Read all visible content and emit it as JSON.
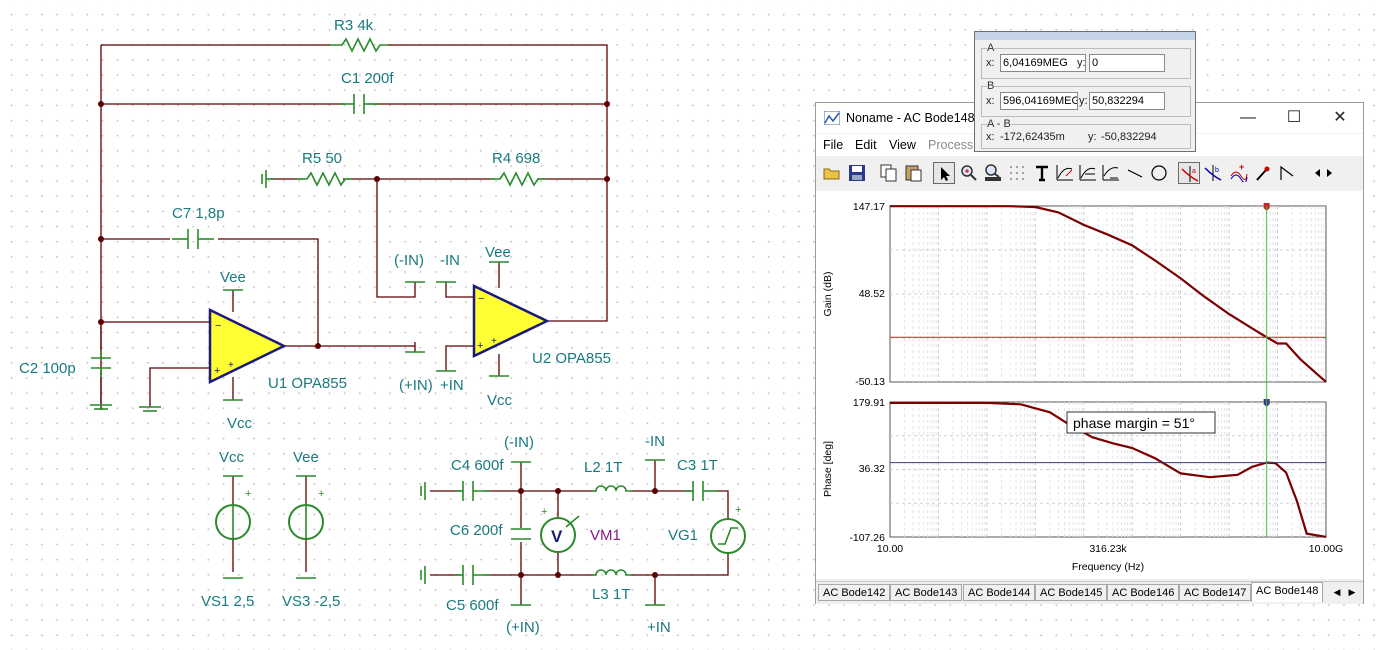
{
  "schematic": {
    "components": {
      "r3": "R3 4k",
      "c1": "C1 200f",
      "r5": "R5 50",
      "r4": "R4 698",
      "c7": "C7 1,8p",
      "c2": "C2 100p",
      "u1": "U1 OPA855",
      "u2": "U2 OPA855",
      "vs1": "VS1 2,5",
      "vs3": "VS3 -2,5",
      "c4": "C4 600f",
      "c6": "C6 200f",
      "c5": "C5 600f",
      "l2": "L2 1T",
      "l3": "L3 1T",
      "c3": "C3 1T",
      "vm1": "VM1",
      "vg1": "VG1"
    },
    "nets": {
      "vee": "Vee",
      "vcc": "Vcc",
      "in_minus_paren": "(-IN)",
      "in_plus_paren": "(+IN)",
      "in_minus": "-IN",
      "in_plus": "+IN"
    },
    "symbols": {
      "meter_glyph": "V",
      "plus": "+",
      "minus": "−"
    }
  },
  "bode_window": {
    "title": "Noname - AC Bode148",
    "controls": {
      "minimize": "—",
      "maximize": "☐",
      "close": "✕"
    },
    "menu": [
      "File",
      "Edit",
      "View",
      "Process"
    ],
    "toolbar_icons": [
      "open-folder-icon",
      "save-icon",
      "copy-icon",
      "paste-icon",
      "pointer-icon",
      "zoom-icon",
      "zoom-100-icon",
      "grid-icon",
      "text-tool-icon",
      "curve-tool-icon",
      "curve-tool-2-icon",
      "curve-tool-3-icon",
      "line-tool-icon",
      "ellipse-tool-icon",
      "cursor-a-icon",
      "cursor-b-icon",
      "add-curve-icon",
      "marker-icon",
      "slope-icon",
      "toolbar-scroll-left-icon",
      "toolbar-scroll-right-icon"
    ],
    "gain_plot": {
      "y_axis_label": "Gain (dB)",
      "y_ticks": [
        "147.17",
        "48.52",
        "-50.13"
      ]
    },
    "phase_plot": {
      "y_axis_label": "Phase [deg]",
      "y_ticks": [
        "179.91",
        "36.32",
        "-107.26"
      ],
      "annotation": "phase margin = 51°"
    },
    "x_axis": {
      "label": "Frequency (Hz)",
      "ticks": [
        "10.00",
        "316.23k",
        "10.00G"
      ]
    },
    "tabs": [
      "AC Bode142",
      "AC Bode143",
      "AC Bode144",
      "AC Bode145",
      "AC Bode146",
      "AC Bode147",
      "AC Bode148"
    ],
    "active_tab": "AC Bode148",
    "tab_arrows": {
      "left": "◀",
      "right": "▶"
    },
    "colors": {
      "curve": "#7a0000",
      "gain_marker": "#cc2222",
      "phase_marker": "#3a3a80",
      "cursor_line": "#33cc33"
    }
  },
  "cursor_panel": {
    "a": {
      "label": "A",
      "x_label": "x:",
      "x_value": "6,04169MEG",
      "y_label": "y:",
      "y_value": "0"
    },
    "b": {
      "label": "B",
      "x_label": "x:",
      "x_value": "596,04169MEG",
      "y_label": "y:",
      "y_value": "50,832294"
    },
    "diff": {
      "label": "A - B",
      "x_label": "x:",
      "x_value": "-172,62435m",
      "y_label": "y:",
      "y_value": "-50,832294"
    }
  },
  "chart_data": [
    {
      "type": "line",
      "title": "",
      "xlabel": "Frequency (Hz)",
      "ylabel": "Gain (dB)",
      "x_scale": "log",
      "xlim": [
        10,
        10000000000
      ],
      "ylim": [
        -50.13,
        147.17
      ],
      "grid": true,
      "series": [
        {
          "x": [
            10,
            1000,
            3000,
            10000,
            30000,
            100000,
            316230,
            1000000,
            3000000,
            10000000,
            30000000,
            100000000,
            300000000,
            596000000,
            1000000000,
            1500000000,
            3000000000,
            10000000000
          ],
          "y": [
            147,
            147,
            147,
            146,
            140,
            126,
            115,
            103,
            86,
            66,
            46,
            26,
            10,
            0,
            -7,
            -7,
            -25,
            -50
          ]
        }
      ],
      "reference_y": 0,
      "cursor_x": 596000000
    },
    {
      "type": "line",
      "title": "",
      "xlabel": "Frequency (Hz)",
      "ylabel": "Phase [deg]",
      "x_scale": "log",
      "xlim": [
        10,
        10000000000
      ],
      "ylim": [
        -107.26,
        179.91
      ],
      "grid": true,
      "series": [
        {
          "x": [
            10,
            1000,
            5000,
            20000,
            50000,
            150000,
            400000,
            1000000,
            3000000,
            10000000,
            40000000,
            150000000,
            300000000,
            596000000,
            900000000,
            1500000000,
            2500000000,
            4000000000,
            10000000000
          ],
          "y": [
            178,
            178,
            175,
            158,
            132,
            105,
            92,
            82,
            60,
            28,
            20,
            25,
            42,
            51,
            50,
            30,
            -30,
            -100,
            -107
          ]
        }
      ],
      "reference_y": 51,
      "annotation": "phase margin = 51°",
      "cursor_x": 596000000
    }
  ]
}
